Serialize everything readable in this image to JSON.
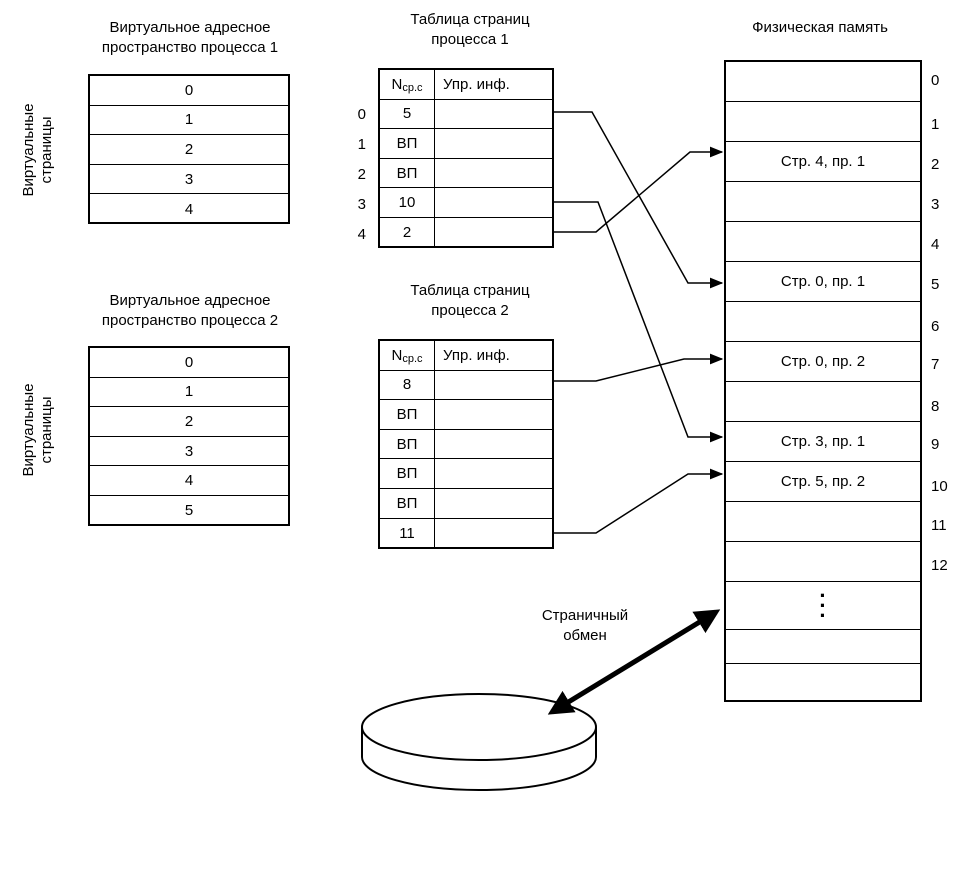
{
  "vas1": {
    "title_line1": "Виртуальное адресное",
    "title_line2": "пространство процесса 1",
    "side_label_line1": "Виртуальные",
    "side_label_line2": "страницы",
    "pages": [
      "0",
      "1",
      "2",
      "3",
      "4"
    ]
  },
  "vas2": {
    "title_line1": "Виртуальное адресное",
    "title_line2": "пространство процесса 2",
    "side_label_line1": "Виртуальные",
    "side_label_line2": "страницы",
    "pages": [
      "0",
      "1",
      "2",
      "3",
      "4",
      "5"
    ]
  },
  "pt1": {
    "title_line1": "Таблица страниц",
    "title_line2": "процесса 1",
    "header_n": "N",
    "header_n_sub": "ср.с",
    "header_info": "Упр. инф.",
    "row_indices": [
      "0",
      "1",
      "2",
      "3",
      "4"
    ],
    "frames": [
      "5",
      "ВП",
      "ВП",
      "10",
      "2"
    ]
  },
  "pt2": {
    "title_line1": "Таблица страниц",
    "title_line2": "процесса 2",
    "header_n": "N",
    "header_n_sub": "ср.с",
    "header_info": "Упр. инф.",
    "frames": [
      "8",
      "ВП",
      "ВП",
      "ВП",
      "ВП",
      "11"
    ]
  },
  "physical": {
    "title": "Физическая память",
    "slots": [
      "",
      "",
      "Стр. 4, пр. 1",
      "",
      "",
      "Стр. 0, пр. 1",
      "",
      "Стр. 0, пр. 2",
      "",
      "Стр. 3, пр. 1",
      "Стр. 5, пр. 2",
      "",
      "",
      "",
      "",
      ""
    ],
    "addresses": [
      "0",
      "1",
      "2",
      "3",
      "4",
      "5",
      "6",
      "7",
      "8",
      "9",
      "10",
      "11",
      "12"
    ]
  },
  "swap": {
    "label_line1": "Страничный",
    "label_line2": "обмен"
  }
}
